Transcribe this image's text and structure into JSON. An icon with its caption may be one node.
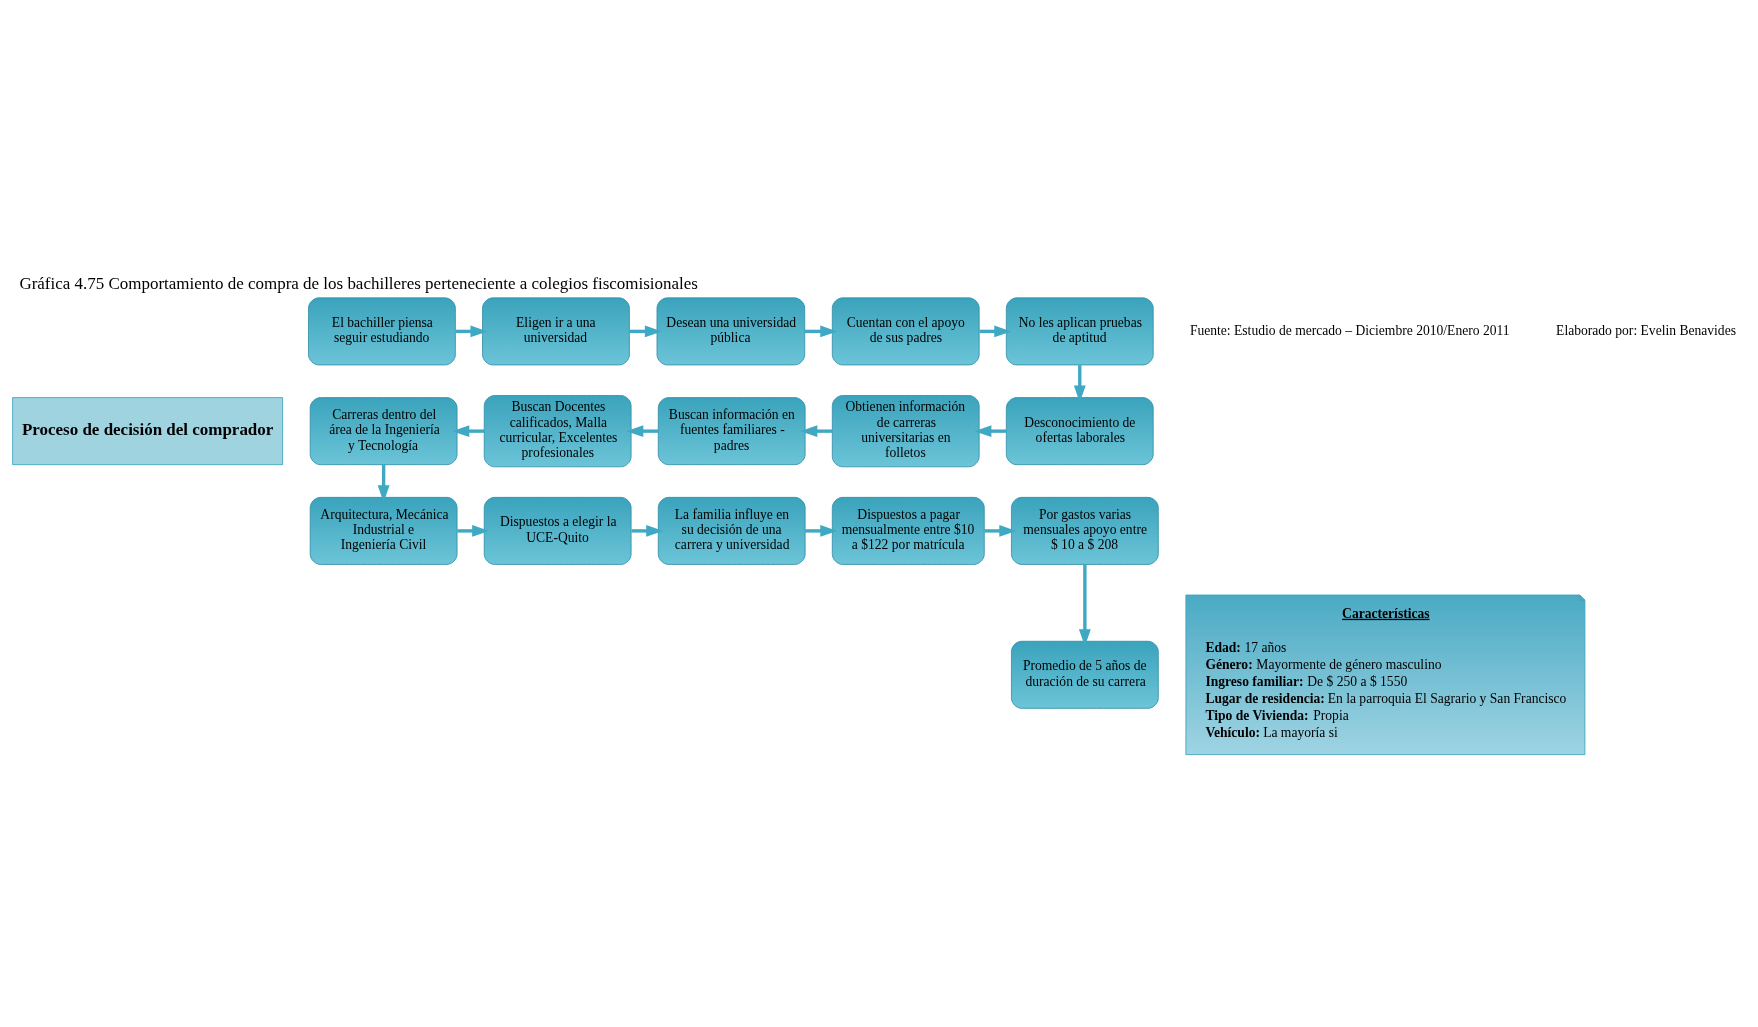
{
  "diagram": {
    "title": "Gráfica 4.75 Comportamiento de compra de los bachilleres perteneciente a colegios fiscomisionales",
    "nodes": [
      {
        "text": [
          "Proceso de decisión del comprador"
        ]
      },
      {
        "text": [
          "El bachiller piensa seguir estudiando"
        ]
      },
      {
        "text": [
          "Eligen ir a una universidad"
        ]
      },
      {
        "text": [
          "Desean una universidad pública"
        ]
      },
      {
        "text": [
          "Cuentan con el apoyo de sus padres"
        ]
      },
      {
        "text": [
          "No les aplican pruebas de aptitud"
        ]
      },
      {
        "text": [
          "Desconocimiento de ofertas laborales"
        ]
      },
      {
        "text": [
          "Obtienen información de carreras universitarias en folletos"
        ]
      },
      {
        "text": [
          "Buscan información en fuentes familiares - padres"
        ]
      },
      {
        "text": [
          "Buscan Docentes calificados, Malla curricular, Excelentes profesionales"
        ]
      },
      {
        "text": [
          "Carreras dentro del área de la Ingeniería y Tecnología"
        ]
      },
      {
        "text": [
          "Arquitectura, Mecánica Industrial e Ingeniería Civil"
        ]
      },
      {
        "text": [
          "Dispuestos a elegir la UCE-Quito"
        ]
      },
      {
        "text": [
          "La familia influye en su decisión de una carrera y universidad"
        ]
      },
      {
        "text": [
          "Dispuestos a pagar mensualmente entre $10 a $122 por matrícula"
        ]
      },
      {
        "text": [
          "Por gastos varias mensuales apoyo entre $ 10 a $ 208"
        ]
      },
      {
        "text": [
          "Promedio de 5 años de duración de su carrera"
        ]
      },
      {
        "text": [
          "Características",
          "**Edad:** 17 años",
          "**Género:** Mayormente de género masculino",
          "**Ingreso familiar:** De $ 250 a $ 1550",
          "**Lugar de residencia:** En la parroquia El Sagrario y San Francisco",
          "**Tipo de Vivienda:** Propia",
          "**Vehículo:** La mayoría si"
        ]
      }
    ],
    "edges": [
      {
        "from": 1,
        "to": 2,
        "arrow": "to"
      },
      {
        "from": 2,
        "to": 3,
        "arrow": "to"
      },
      {
        "from": 3,
        "to": 4,
        "arrow": "to"
      },
      {
        "from": 4,
        "to": 5,
        "arrow": "to"
      },
      {
        "from": 5,
        "to": 6,
        "arrow": "to"
      },
      {
        "from": 6,
        "to": 7,
        "arrow": "to"
      },
      {
        "from": 7,
        "to": 8,
        "arrow": "to"
      },
      {
        "from": 8,
        "to": 9,
        "arrow": "to"
      },
      {
        "from": 9,
        "to": 10,
        "arrow": "to"
      },
      {
        "from": 10,
        "to": 11,
        "arrow": "to"
      },
      {
        "from": 11,
        "to": 12,
        "arrow": "to"
      },
      {
        "from": 12,
        "to": 13,
        "arrow": "to"
      },
      {
        "from": 13,
        "to": 14,
        "arrow": "to"
      },
      {
        "from": 14,
        "to": 15,
        "arrow": "to"
      },
      {
        "from": 15,
        "to": 16,
        "arrow": "to"
      }
    ],
    "labels": [
      "Fuente: Estudio de mercado – Diciembre 2010/Enero 2011",
      "Elaborado por: Evelin Benavides"
    ]
  }
}
